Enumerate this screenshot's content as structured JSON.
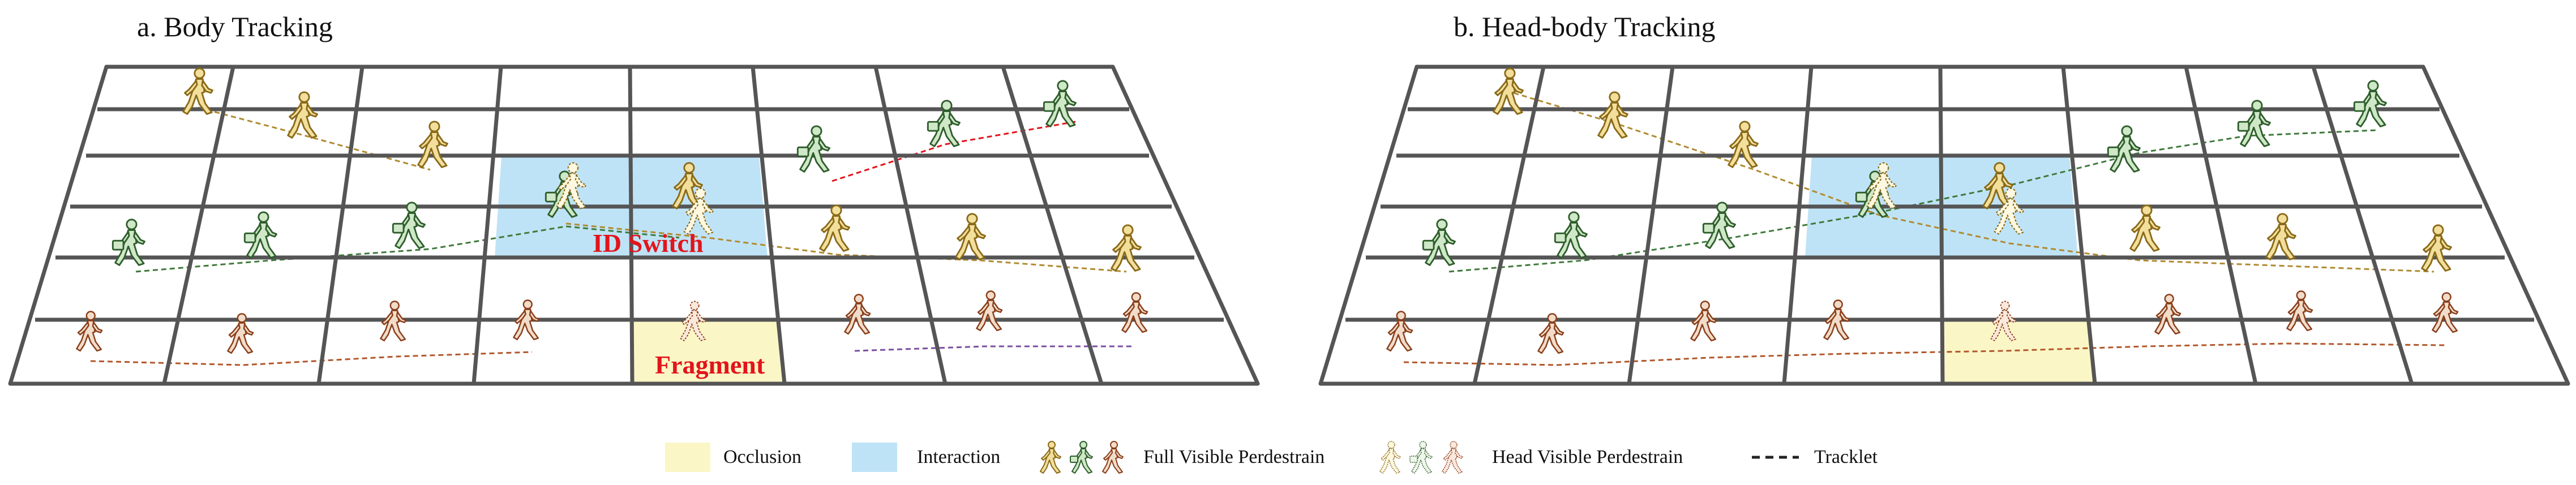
{
  "panels": [
    {
      "id": "a",
      "title": "a. Body Tracking",
      "annotations": {
        "id_switch": "ID  Switch",
        "fragment": "Fragment"
      }
    },
    {
      "id": "b",
      "title": "b. Head-body Tracking"
    }
  ],
  "legend": {
    "occlusion": "Occlusion",
    "interaction": "Interaction",
    "full_visible": "Full Visible Perdestrain",
    "head_visible": "Head Visible Perdestrain",
    "tracklet": "Tracklet"
  },
  "colors": {
    "occlusion": "#fbf6c6",
    "interaction": "#bfe3f6",
    "grid": "#555555",
    "yellow_person": "#f3df9c",
    "green_person": "#cfe8c8",
    "brown_person": "#f1dcc9",
    "yellow_track": "#b08a30",
    "green_track": "#3f7a3a",
    "brown_track": "#b2572a",
    "red_track": "#e3141b",
    "purple_track": "#7a4fa0",
    "annotation": "#e3141b"
  },
  "icons": [
    "walking-pedestrian-icon",
    "walking-pedestrian-with-bag-icon",
    "head-visible-pedestrian-icon"
  ]
}
